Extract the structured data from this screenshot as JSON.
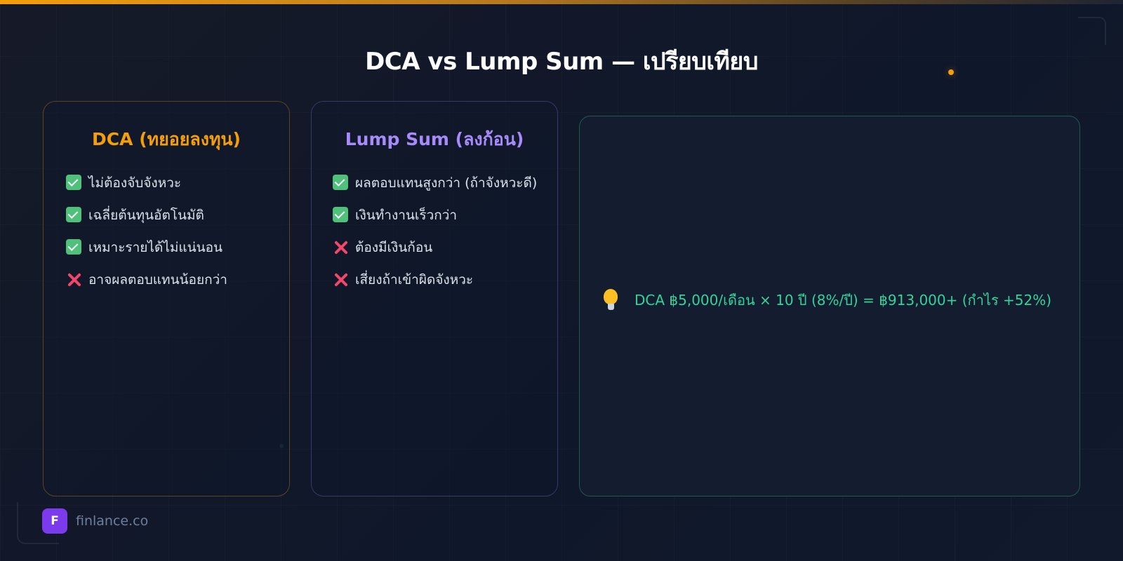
{
  "title": "DCA vs Lump Sum — เปรียบเทียบ",
  "colors": {
    "accent_orange": "#f59e0b",
    "accent_purple": "#a78bfa",
    "accent_green": "#34d399",
    "check_green": "#4fc17a",
    "cross_red": "#f0476a",
    "background": "#111827"
  },
  "cards": {
    "dca": {
      "title": "DCA (ทยอยลงทุน)",
      "items": [
        {
          "icon": "check-icon",
          "text": "ไม่ต้องจับจังหวะ"
        },
        {
          "icon": "check-icon",
          "text": "เฉลี่ยต้นทุนอัตโนมัติ"
        },
        {
          "icon": "check-icon",
          "text": "เหมาะรายได้ไม่แน่นอน"
        },
        {
          "icon": "cross-icon",
          "text": "อาจผลตอบแทนน้อยกว่า"
        }
      ]
    },
    "lump_sum": {
      "title": "Lump Sum (ลงก้อน)",
      "items": [
        {
          "icon": "check-icon",
          "text": "ผลตอบแทนสูงกว่า (ถ้าจังหวะดี)"
        },
        {
          "icon": "check-icon",
          "text": "เงินทำงานเร็วกว่า"
        },
        {
          "icon": "cross-icon",
          "text": "ต้องมีเงินก้อน"
        },
        {
          "icon": "cross-icon",
          "text": "เสี่ยงถ้าเข้าผิดจังหวะ"
        }
      ]
    },
    "tip": {
      "icon": "lightbulb-icon",
      "text": "DCA ฿5,000/เดือน × 10 ปี (8%/ปี) = ฿913,000+ (กำไร +52%)"
    }
  },
  "footer": {
    "logo_letter": "F",
    "brand": "finlance.co"
  }
}
